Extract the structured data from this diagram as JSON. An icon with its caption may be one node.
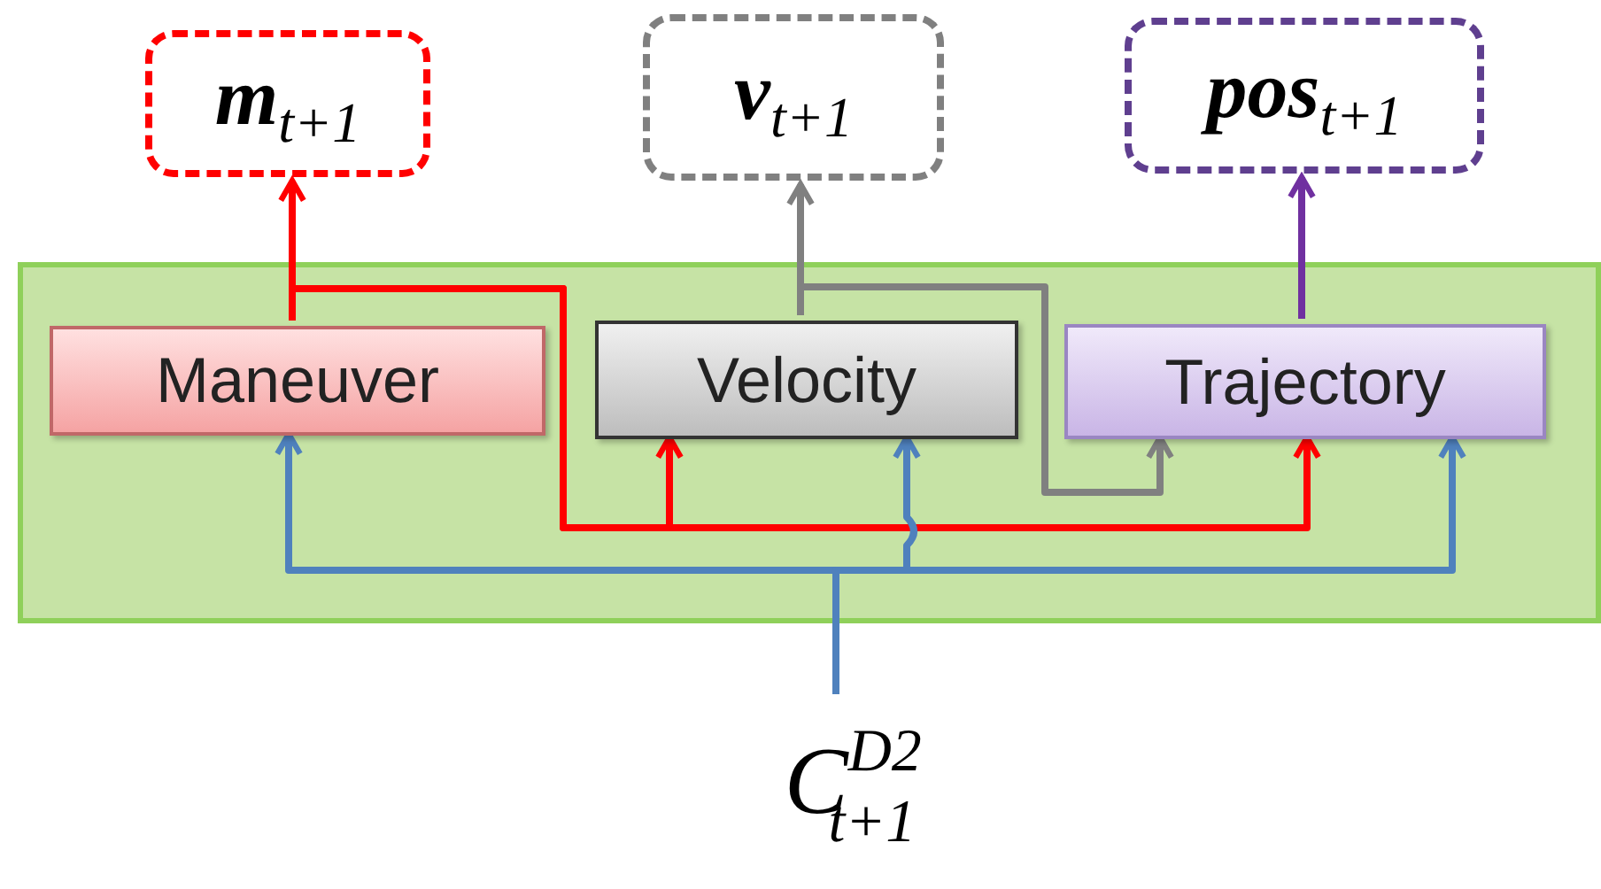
{
  "diagram": {
    "nodes": [
      {
        "text": [
          "**m**$_{t+1}$"
        ]
      },
      {
        "text": [
          "**v**$_{t+1}$"
        ]
      },
      {
        "text": [
          "**pos**$_{t+1}$"
        ]
      },
      {
        "text": [],
        "shape": "box"
      },
      {
        "text": [
          "Maneuver"
        ],
        "in": 3
      },
      {
        "text": [
          "Velocity"
        ],
        "in": 3
      },
      {
        "text": [
          "Trajectory"
        ],
        "in": 3
      },
      {
        "text": [
          "C$^{D2}$$_{t+1}$"
        ]
      }
    ],
    "edges": [
      {
        "from": 4,
        "to": 0,
        "arrow": "to",
        "color": "#ff0000"
      },
      {
        "from": 4,
        "to": 5,
        "arrow": "to",
        "color": "#ff0000"
      },
      {
        "from": 4,
        "to": 6,
        "arrow": "to",
        "color": "#ff0000"
      },
      {
        "from": 5,
        "to": 1,
        "arrow": "to",
        "color": "#808080"
      },
      {
        "from": 5,
        "to": 6,
        "arrow": "to",
        "color": "#808080"
      },
      {
        "from": 6,
        "to": 2,
        "arrow": "to",
        "color": "#7030a0"
      },
      {
        "from": 7,
        "to": 4,
        "arrow": "to",
        "color": "#4f81bd"
      },
      {
        "from": 7,
        "to": 5,
        "arrow": "to",
        "color": "#4f81bd"
      },
      {
        "from": 7,
        "to": 6,
        "arrow": "to",
        "color": "#4f81bd"
      }
    ]
  }
}
